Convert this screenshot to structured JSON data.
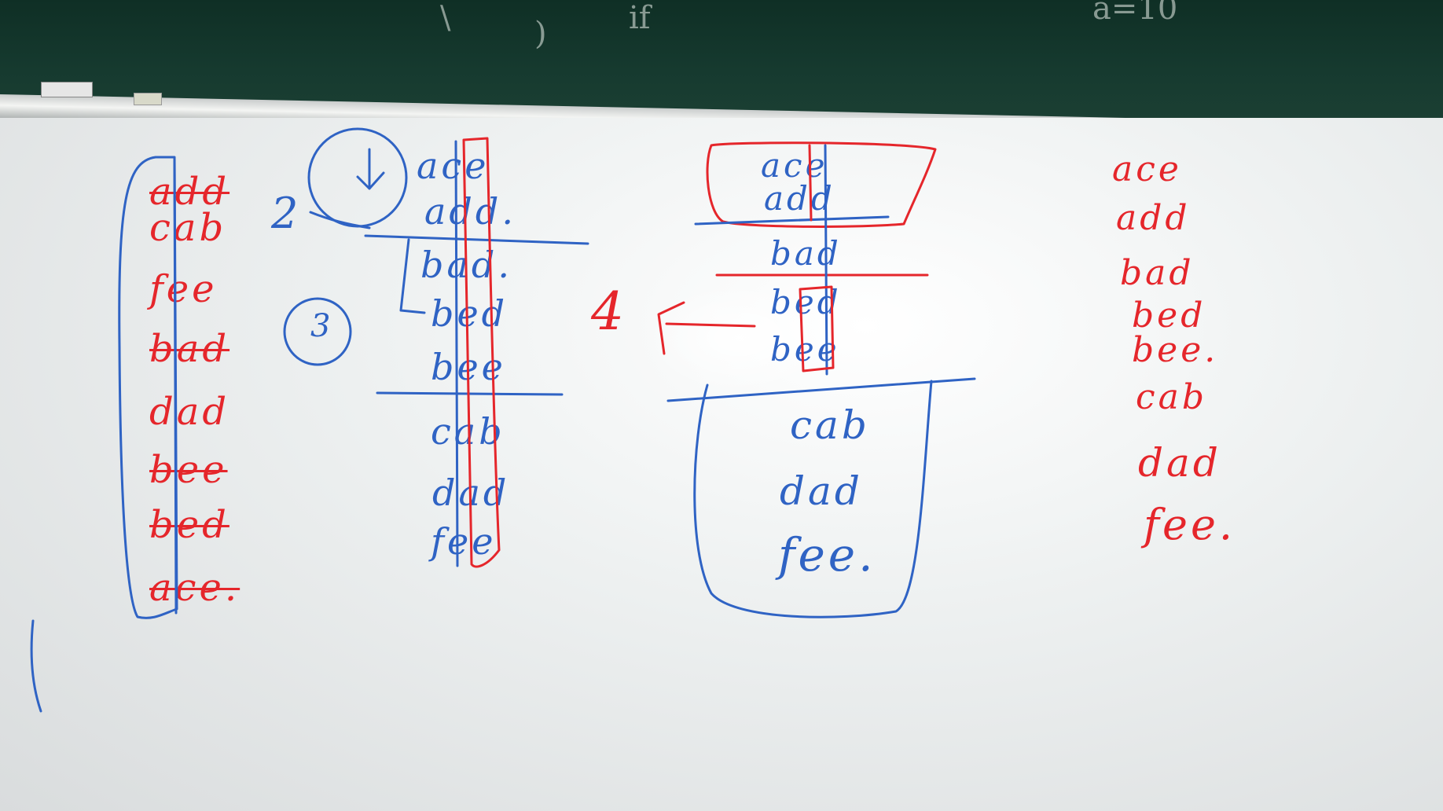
{
  "chalkboard": {
    "marks": [
      "\\",
      ")",
      "if",
      "a=10"
    ]
  },
  "column1": {
    "words": [
      "add",
      "cab",
      "fee",
      "bad",
      "dad",
      "bee",
      "bed",
      "ace."
    ],
    "color": "#e5262b"
  },
  "step_labels": {
    "two": "2",
    "three": "3",
    "four": "4"
  },
  "column2": {
    "words": [
      "ace",
      "add.",
      "bad.",
      "bed",
      "bee",
      "cab",
      "dad",
      "fee"
    ],
    "color": "#2f63c4"
  },
  "column3": {
    "top_words": [
      "ace",
      "add"
    ],
    "mid_words": [
      "bad",
      "bed",
      "bee"
    ],
    "box_words": [
      "cab",
      "dad",
      "fee."
    ],
    "color": "#2f63c4"
  },
  "column4": {
    "words": [
      "ace",
      "add",
      "bad",
      "bed",
      "bee.",
      "cab",
      "dad",
      "fee."
    ],
    "color": "#e5262b"
  }
}
